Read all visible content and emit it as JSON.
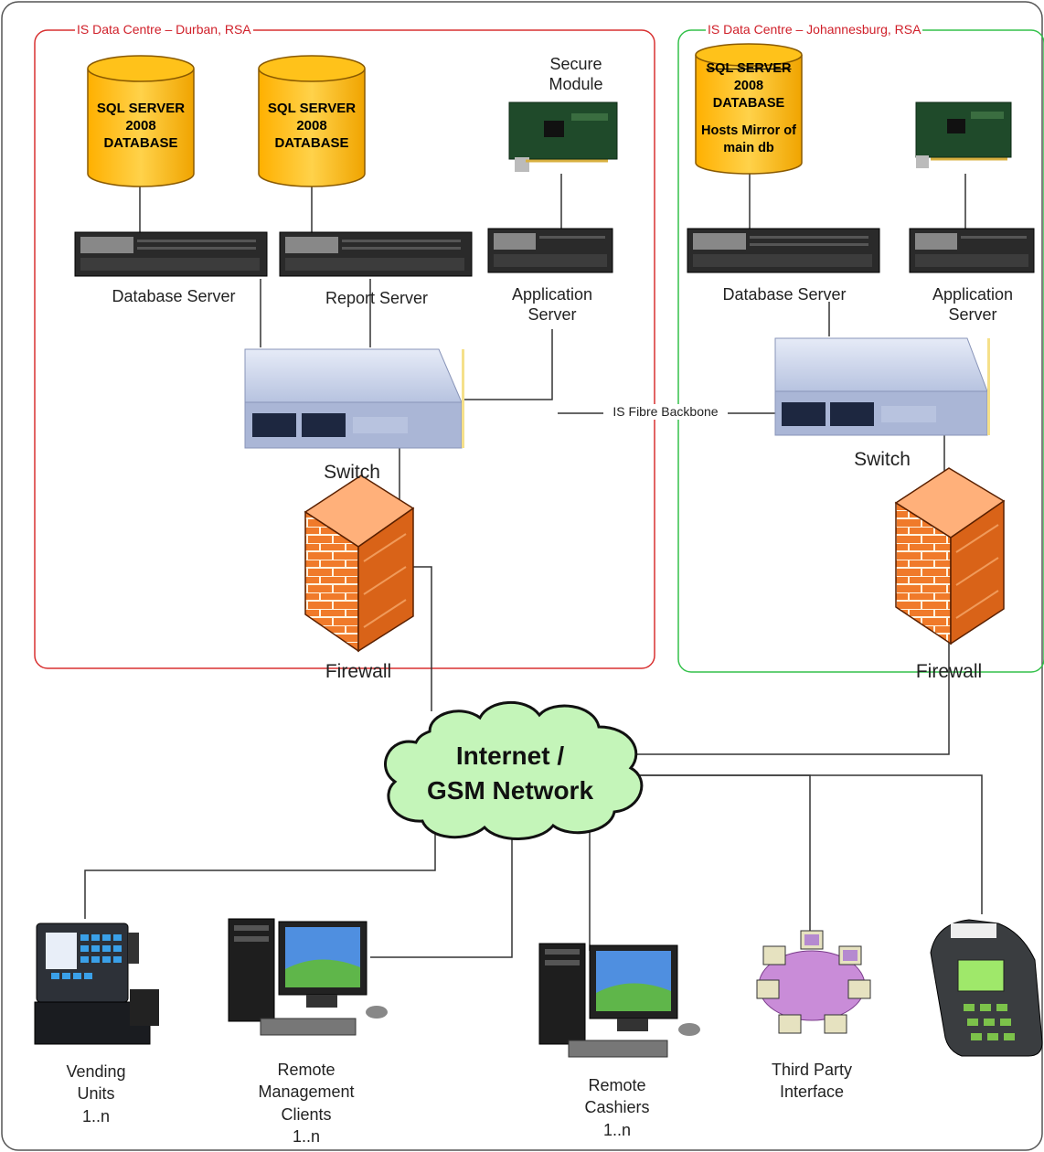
{
  "zones": {
    "durban": {
      "title": "IS Data Centre – Durban, RSA",
      "border_color": "#d83030"
    },
    "johannesburg": {
      "title": "IS Data Centre – Johannesburg, RSA",
      "border_color": "#33c14a"
    }
  },
  "databases": {
    "db1": [
      "SQL SERVER",
      "2008",
      "DATABASE"
    ],
    "db2": [
      "SQL SERVER",
      "2008",
      "DATABASE"
    ],
    "db3": [
      "SQL SERVER",
      "2008",
      "DATABASE",
      "",
      "Hosts Mirror of",
      "main db"
    ]
  },
  "labels": {
    "secure_module": "Secure\nModule",
    "database_server_1": "Database Server",
    "report_server": "Report Server",
    "application_server_1": "Application\nServer",
    "database_server_2": "Database Server",
    "application_server_2": "Application\nServer",
    "switch_1": "Switch",
    "switch_2": "Switch",
    "firewall_1": "Firewall",
    "firewall_2": "Firewall",
    "backbone": "IS Fibre Backbone",
    "cloud": "Internet /\nGSM Network",
    "vending_units": "Vending\nUnits\n1..n",
    "remote_management": "Remote\nManagement\nClients\n1..n",
    "remote_cashiers": "Remote\nCashiers\n1..n",
    "third_party": "Third Party\nInterface"
  },
  "colors": {
    "cylinder": "#ffc21a",
    "cylinder_edge": "#d98c00",
    "switch": "#c8d2ea",
    "firewall": "#f07a2a",
    "cloud": "#c4f5b9",
    "line": "#333333"
  },
  "icons": {
    "secure_module": "pci-card-icon",
    "server": "rack-server-icon",
    "switch": "network-switch-icon",
    "firewall": "firewall-icon",
    "cloud": "cloud-icon",
    "vending": "pos-terminal-icon",
    "desktop": "desktop-computer-icon",
    "third_party": "computer-ring-icon",
    "card_terminal": "card-terminal-icon"
  }
}
